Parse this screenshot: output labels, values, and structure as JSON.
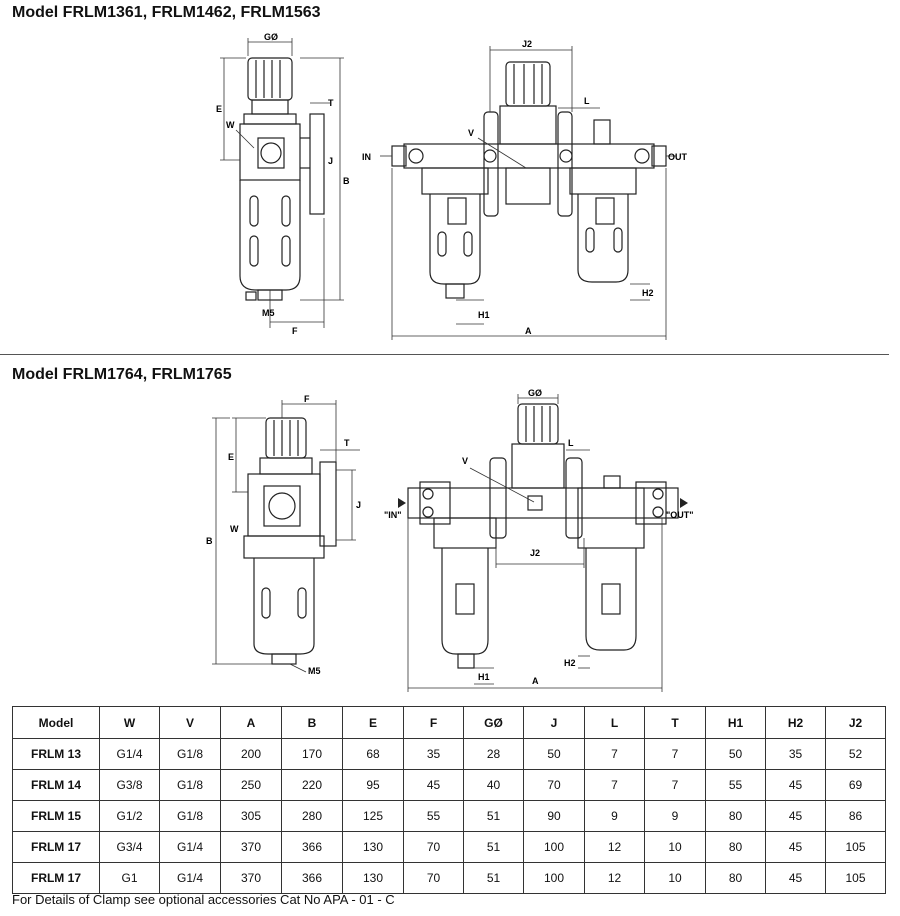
{
  "section1": {
    "title": "Model  FRLM1361, FRLM1462, FRLM1563",
    "side_labels": {
      "g": "GØ",
      "e": "E",
      "t": "T",
      "w": "W",
      "j": "J",
      "b": "B",
      "m5": "M5",
      "f": "F"
    },
    "front_labels": {
      "j2": "J2",
      "l": "L",
      "v": "V",
      "in": "IN",
      "out": "OUT",
      "h2": "H2",
      "h1": "H1",
      "a": "A"
    }
  },
  "section2": {
    "title": "Model  FRLM1764, FRLM1765",
    "side_labels": {
      "f": "F",
      "t": "T",
      "e": "E",
      "j": "J",
      "w": "W",
      "b": "B",
      "m5": "M5"
    },
    "front_labels": {
      "g": "GØ",
      "l": "L",
      "v": "V",
      "in": "\"IN\"",
      "out": "\"OUT\"",
      "j2": "J2",
      "h2": "H2",
      "h1": "H1",
      "a": "A"
    }
  },
  "table": {
    "headers": [
      "Model",
      "W",
      "V",
      "A",
      "B",
      "E",
      "F",
      "GØ",
      "J",
      "L",
      "T",
      "H1",
      "H2",
      "J2"
    ],
    "rows": [
      [
        "FRLM 13",
        "G1/4",
        "G1/8",
        "200",
        "170",
        "68",
        "35",
        "28",
        "50",
        "7",
        "7",
        "50",
        "35",
        "52"
      ],
      [
        "FRLM 14",
        "G3/8",
        "G1/8",
        "250",
        "220",
        "95",
        "45",
        "40",
        "70",
        "7",
        "7",
        "55",
        "45",
        "69"
      ],
      [
        "FRLM 15",
        "G1/2",
        "G1/8",
        "305",
        "280",
        "125",
        "55",
        "51",
        "90",
        "9",
        "9",
        "80",
        "45",
        "86"
      ],
      [
        "FRLM 17",
        "G3/4",
        "G1/4",
        "370",
        "366",
        "130",
        "70",
        "51",
        "100",
        "12",
        "10",
        "80",
        "45",
        "105"
      ],
      [
        "FRLM 17",
        "G1",
        "G1/4",
        "370",
        "366",
        "130",
        "70",
        "51",
        "100",
        "12",
        "10",
        "80",
        "45",
        "105"
      ]
    ]
  },
  "footnote": "For Details of Clamp see optional accessories Cat No APA - 01 - C"
}
